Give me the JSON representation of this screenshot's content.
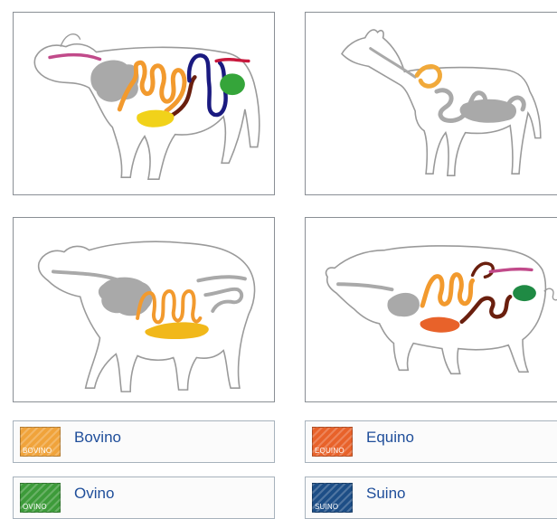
{
  "colors": {
    "bovino": "#f0a33b",
    "equino": "#e8622a",
    "ovino": "#3d9b3a",
    "suino": "#1d4e86",
    "stomach": "#a9a9a9",
    "intestine": "#f29a2e",
    "small_intestine_dark": "#6a1f0e",
    "esophagus": "#c14a8a",
    "liver": "#f1d21a",
    "colon_blue": "#1a1a80",
    "cecum_green": "#35a53a",
    "outline": "#9a9a9a"
  },
  "panels": [
    {
      "animal": "cow"
    },
    {
      "animal": "horse"
    },
    {
      "animal": "sheep"
    },
    {
      "animal": "pig"
    }
  ],
  "legend": [
    {
      "key": "bovino",
      "label": "Bovino",
      "tag": "BOVINO"
    },
    {
      "key": "equino",
      "label": "Equino",
      "tag": "EQUINO"
    },
    {
      "key": "ovino",
      "label": "Ovino",
      "tag": "OVINO"
    },
    {
      "key": "suino",
      "label": "Suino",
      "tag": "SUINO"
    }
  ]
}
